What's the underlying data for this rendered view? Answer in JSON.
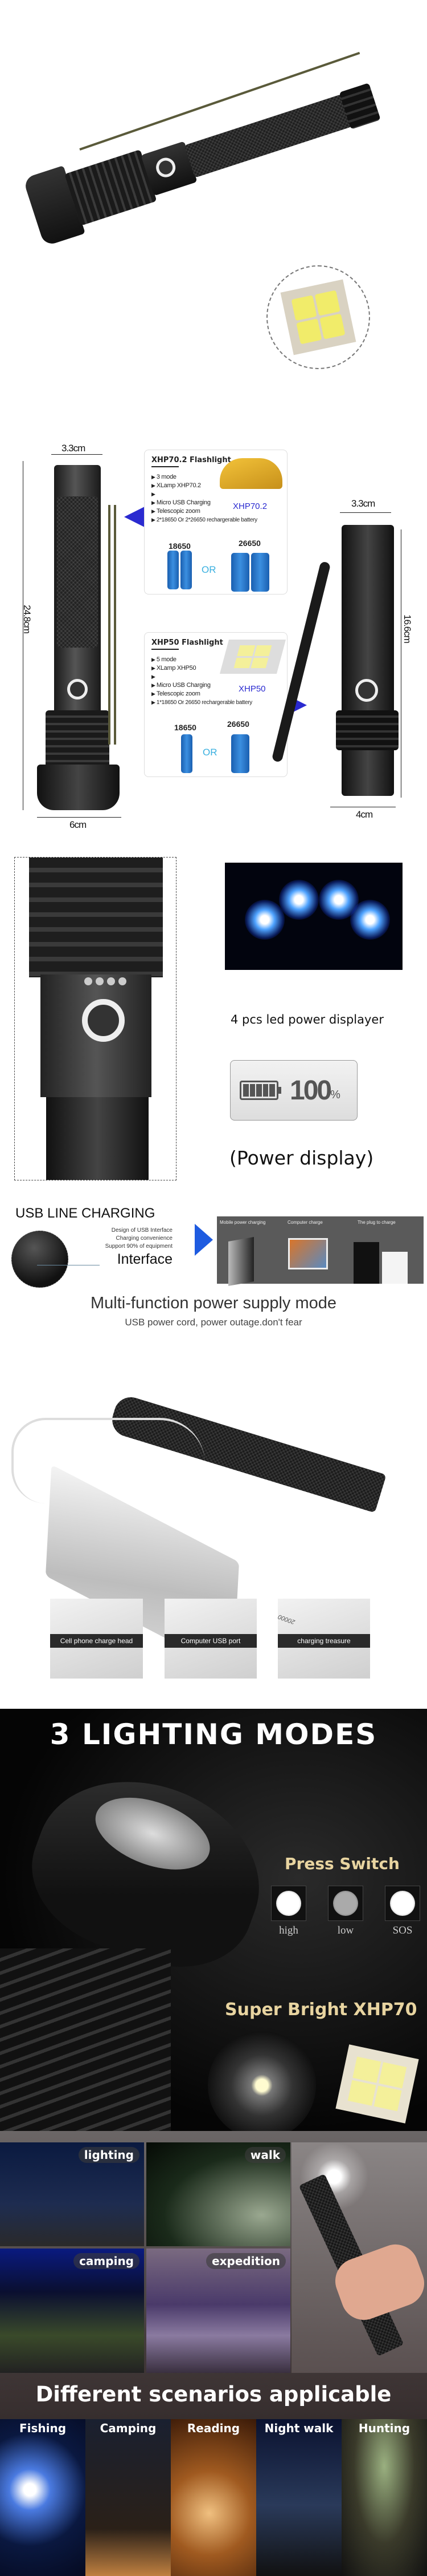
{
  "hero": {
    "icons": [
      "flashlight-image",
      "led-chip-image"
    ]
  },
  "dimensions": {
    "large": {
      "width_top": "3.3cm",
      "length": "24.8cm",
      "width_head": "6cm"
    },
    "small": {
      "width_top": "3.3cm",
      "length": "16.6cm",
      "width_head": "4cm"
    },
    "xhp70": {
      "title": "XHP70.2 Flashlight",
      "chip_label": "XHP70.2",
      "features": [
        "3 mode",
        "XLamp XHP70.2",
        "",
        "Micro USB Charging",
        "Telescopic zoom",
        "2*18650 Or 2*26650 rechargerable battery"
      ],
      "battery_a": "18650",
      "battery_b": "26650",
      "or": "OR",
      "battery_print": "26650"
    },
    "xhp50": {
      "title": "XHP50 Flashlight",
      "chip_label": "XHP50",
      "features": [
        "5 mode",
        "XLamp XHP50",
        "",
        "Micro USB Charging",
        "Telescopic zoom",
        "1*18650 Or 26650 rechargerable battery"
      ],
      "battery_a": "18650",
      "battery_b": "26650",
      "or": "OR",
      "battery_print": "26650"
    },
    "accent_color": "#2a2ad0"
  },
  "power": {
    "caption": "4 pcs led power displayer",
    "percent": "100",
    "percent_sign": "%",
    "battery_level": 1.0,
    "subcaption": "(Power display)"
  },
  "usb": {
    "title": "USB LINE CHARGING",
    "lines": [
      "Design of USB Interface",
      "Charging convenience",
      "Support 90% of equipment"
    ],
    "interface": "Interface",
    "panel": [
      "Mobile power charging",
      "Computer charge",
      "The plug to charge"
    ]
  },
  "multi": {
    "title": "Multi-function power supply mode",
    "subtitle": "USB power cord, power outage.don't fear",
    "thumbs": [
      "Cell phone charge head",
      "Computer USB port",
      "charging treasure"
    ],
    "powerbank_print": "20000"
  },
  "modes": {
    "title": "3 LIGHTING MODES",
    "press": "Press Switch",
    "items": [
      "high",
      "low",
      "SOS"
    ],
    "bright": "Super Bright XHP70",
    "gold": "#e8d4a0"
  },
  "scenarios": {
    "grid": [
      "lighting",
      "walk",
      "camping",
      "expedition"
    ],
    "title": "Different scenarios applicable",
    "strips": [
      "Fishing",
      "Camping",
      "Reading",
      "Night walk",
      "Hunting"
    ]
  }
}
